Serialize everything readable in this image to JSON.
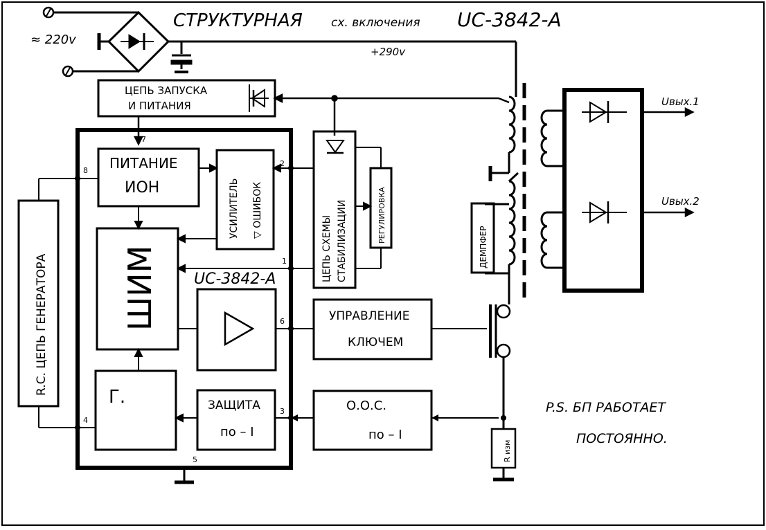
{
  "title": {
    "main": "СТРУКТУРНАЯ",
    "middle": "сх. включения",
    "chip": "UC-3842-A"
  },
  "mains": {
    "voltage": "≈ 220v"
  },
  "dc_voltage": "+290v",
  "blocks": {
    "startup_line1": "ЦЕПЬ ЗАПУСКА",
    "startup_line2": "И ПИТАНИЯ",
    "ion_line1": "ПИТАНИЕ",
    "ion_line2": "ИОН",
    "erramp_line1": "УСИЛИТЕЛЬ",
    "erramp_line2": "▽ ОШИБОК",
    "pwm": "ШИМ",
    "chip_label": "UC-3842-A",
    "gen": "Г.",
    "prot_line1": "ЗАЩИТА",
    "prot_line2": "по – I",
    "rc_gen": "R.C. ЦЕПЬ ГЕНЕРАТОРА",
    "stab_line1": "ЦЕПЬ СХЕМЫ",
    "stab_line2": "СТАБИЛИЗАЦИИ",
    "regul": "РЕГУЛИРОВКА",
    "key_line1": "УПРАВЛЕНИЕ",
    "key_line2": "КЛЮЧЕМ",
    "oos_line1": "О.О.С.",
    "oos_line2": "по – I",
    "damper": "ДЕМПФЕР",
    "rsense": "R изм"
  },
  "pins": {
    "p7": "7",
    "p8": "8",
    "p2": "2",
    "p1": "1",
    "p6": "6",
    "p3": "3",
    "p4": "4",
    "p5": "5"
  },
  "outputs": {
    "out1": "Uвых.1",
    "out2": "Uвых.2"
  },
  "note": {
    "line1": "P.S. БП РАБОТАЕТ",
    "line2": "ПОСТОЯННО."
  }
}
